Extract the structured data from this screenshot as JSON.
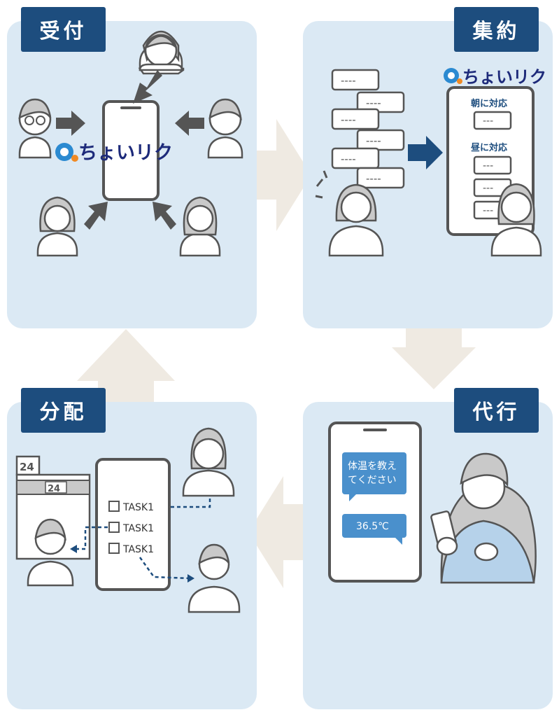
{
  "steps": {
    "reception": {
      "label": "受付"
    },
    "aggregation": {
      "label": "集約"
    },
    "distribution": {
      "label": "分配"
    },
    "proxy": {
      "label": "代行"
    }
  },
  "app_logo": {
    "text": "ちょいリク"
  },
  "aggregation": {
    "morning_label": "朝に対応",
    "noon_label": "昼に対応",
    "dash": "----",
    "dash_short": "---"
  },
  "proxy": {
    "question": "体温を教えてください",
    "question_line1": "体温を教え",
    "question_line2": "てください",
    "answer": "36.5℃"
  },
  "distribution": {
    "tasks": [
      "TASK1",
      "TASK1",
      "TASK1"
    ],
    "store_sign": "24",
    "store_number": "24"
  },
  "colors": {
    "panel": "#dbe9f4",
    "tag": "#1d4d7e",
    "accent_blue": "#1d4d7e",
    "gray_arrow": "#555555",
    "flow_arrow": "#efeae2"
  }
}
